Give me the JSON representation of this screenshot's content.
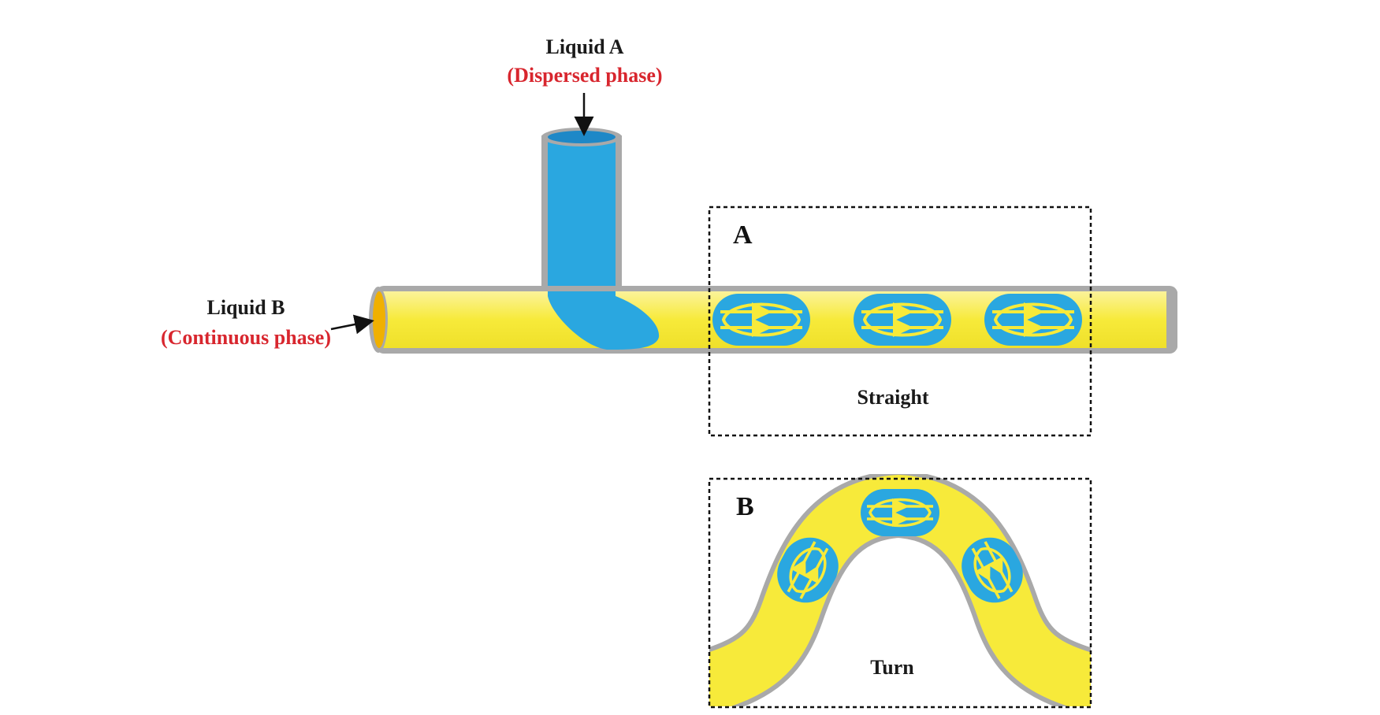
{
  "liquid_a": {
    "name": "Liquid A",
    "phase": "(Dispersed phase)"
  },
  "liquid_b": {
    "name": "Liquid B",
    "phase": "(Continuous phase)"
  },
  "panel_a": {
    "letter": "A",
    "caption": "Straight"
  },
  "panel_b": {
    "letter": "B",
    "caption": "Turn"
  },
  "colors": {
    "dispersed": "#2aa7e0",
    "continuous": "#f7ea3a",
    "tube_wall": "#a9a9a9",
    "phase_label": "#d8262e",
    "arrow_fill": "#f7ea3a"
  }
}
